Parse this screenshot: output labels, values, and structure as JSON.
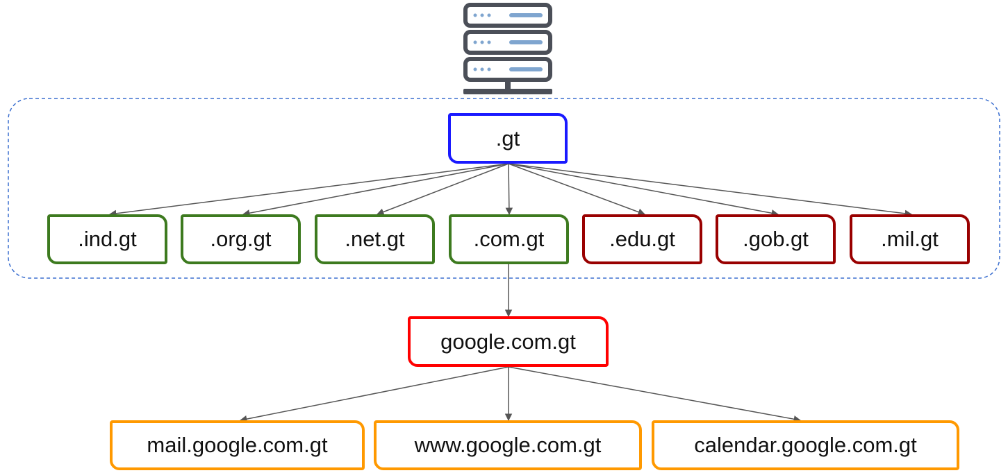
{
  "colors": {
    "root": "#1a1aff",
    "open_sld": "#3d7a1f",
    "restricted_sld": "#990000",
    "domain": "#ff0000",
    "subdomain": "#ff9900",
    "zone_border": "#3a6ecf",
    "edge": "#555555",
    "server_frame": "#4b4f58",
    "server_bar": "#7fa5cf"
  },
  "server": {
    "icon": "server-icon"
  },
  "tld": {
    "label": ".gt"
  },
  "second_level": [
    {
      "label": ".ind.gt",
      "kind": "open"
    },
    {
      "label": ".org.gt",
      "kind": "open"
    },
    {
      "label": ".net.gt",
      "kind": "open"
    },
    {
      "label": ".com.gt",
      "kind": "open"
    },
    {
      "label": ".edu.gt",
      "kind": "restricted"
    },
    {
      "label": ".gob.gt",
      "kind": "restricted"
    },
    {
      "label": ".mil.gt",
      "kind": "restricted"
    }
  ],
  "domain": {
    "label": "google.com.gt"
  },
  "subdomains": [
    {
      "label": "mail.google.com.gt"
    },
    {
      "label": "www.google.com.gt"
    },
    {
      "label": "calendar.google.com.gt"
    }
  ]
}
